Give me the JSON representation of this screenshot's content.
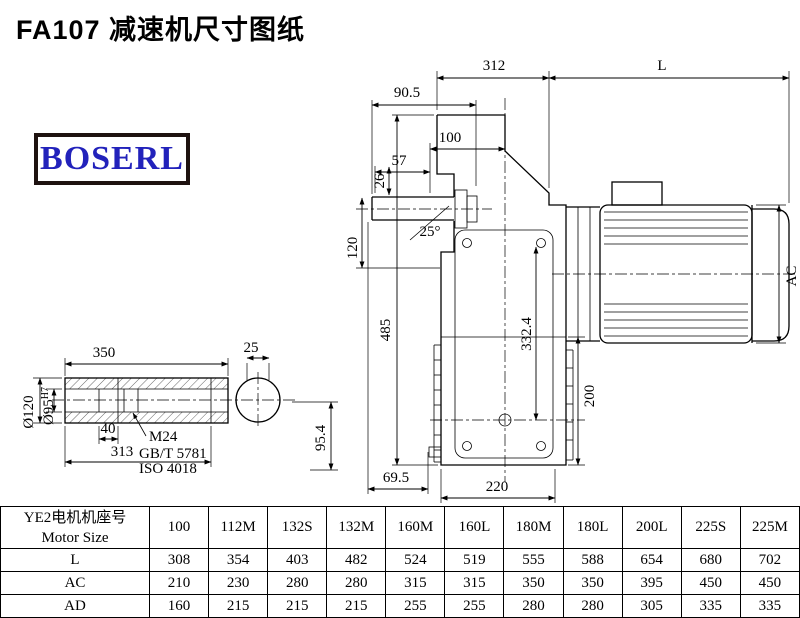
{
  "page": {
    "title": "FA107 减速机尺寸图纸"
  },
  "logo": {
    "text": "BOSERL"
  },
  "drawing": {
    "main": {
      "width_312": "312",
      "motor_length": "L",
      "dim_90_5": "90.5",
      "dim_100": "100",
      "dim_57": "57",
      "dim_26": "26",
      "angle_25deg": "25°",
      "dim_120": "120",
      "height_485": "485",
      "motor_dia": "AC",
      "dim_332_4": "332.4",
      "dim_200": "200",
      "dim_95_4": "95.4",
      "dim_69_5": "69.5",
      "dim_220": "220"
    },
    "shaft_view": {
      "length_350": "350",
      "dia_outer": "Ø120",
      "dia_bore": "Ø95",
      "dia_bore_tol": "H7",
      "dim_40": "40",
      "dim_313": "313",
      "thread": "M24",
      "std_gb": "GB/T 5781",
      "std_iso": "ISO 4018",
      "dim_25": "25"
    }
  },
  "table": {
    "header": {
      "line1": "YE2电机机座号",
      "line2": "Motor Size"
    },
    "columns": [
      "100",
      "112M",
      "132S",
      "132M",
      "160M",
      "160L",
      "180M",
      "180L",
      "200L",
      "225S",
      "225M"
    ],
    "rows": [
      {
        "label": "L",
        "values": [
          "308",
          "354",
          "403",
          "482",
          "524",
          "519",
          "555",
          "588",
          "654",
          "680",
          "702"
        ]
      },
      {
        "label": "AC",
        "values": [
          "210",
          "230",
          "280",
          "280",
          "315",
          "315",
          "350",
          "350",
          "395",
          "450",
          "450"
        ]
      },
      {
        "label": "AD",
        "values": [
          "160",
          "215",
          "215",
          "215",
          "255",
          "255",
          "280",
          "280",
          "305",
          "335",
          "335"
        ]
      }
    ]
  }
}
